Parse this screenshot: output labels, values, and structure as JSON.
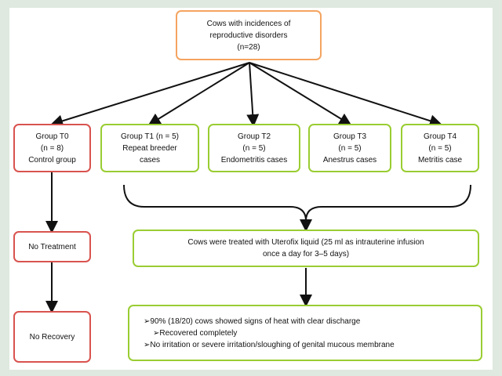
{
  "root": {
    "line1": "Cows with incidences of",
    "line2": "reproductive disorders",
    "line3": "(n=28)"
  },
  "groups": [
    {
      "title": "Group T0",
      "n": "(n = 8)",
      "desc": "Control group"
    },
    {
      "title": "Group T1 (n = 5)",
      "n": "Repeat breeder",
      "desc": "cases"
    },
    {
      "title": "Group T2",
      "n": "(n = 5)",
      "desc": "Endometritis cases"
    },
    {
      "title": "Group T3",
      "n": "(n = 5)",
      "desc": "Anestrus cases"
    },
    {
      "title": "Group T4",
      "n": "(n = 5)",
      "desc": "Metritis case"
    }
  ],
  "control_path": {
    "treatment": "No Treatment",
    "outcome": "No Recovery"
  },
  "treatment": {
    "line1": "Cows were treated with Uterofix liquid (25 ml as intrauterine infusion",
    "line2": "once a day for 3–5 days)"
  },
  "results": [
    "➢90% (18/20) cows showed signs of heat with clear discharge",
    "➢Recovered completely",
    "➢No irritation or severe irritation/sloughing of genital mucous membrane"
  ],
  "colors": {
    "root_border": "#f4a460",
    "control_border": "#d9534f",
    "treated_border": "#9acd32",
    "background": "#dfe9df"
  }
}
